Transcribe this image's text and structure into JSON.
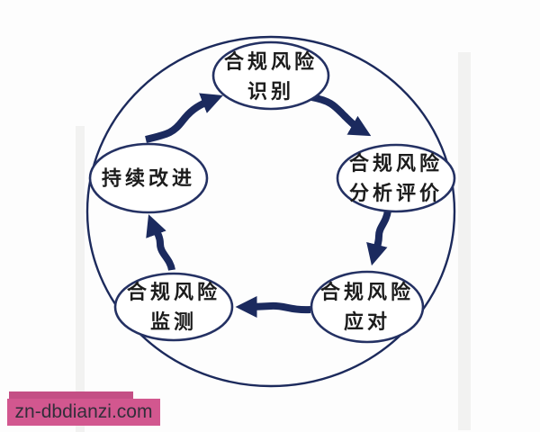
{
  "diagram": {
    "type": "cycle-diagram",
    "nodes": [
      {
        "id": "identify",
        "line1": "合规风险",
        "line2": "识别"
      },
      {
        "id": "analyze",
        "line1": "合规风险",
        "line2": "分析评价"
      },
      {
        "id": "respond",
        "line1": "合规风险",
        "line2": "应对"
      },
      {
        "id": "monitor",
        "line1": "合规风险",
        "line2": "监测"
      },
      {
        "id": "improve",
        "line1": "持续改进",
        "line2": ""
      }
    ],
    "edges": [
      {
        "from": "identify",
        "to": "analyze"
      },
      {
        "from": "analyze",
        "to": "respond"
      },
      {
        "from": "respond",
        "to": "monitor"
      },
      {
        "from": "monitor",
        "to": "improve"
      },
      {
        "from": "improve",
        "to": "identify"
      }
    ],
    "colors": {
      "arrow": "#1b2a5e",
      "ellipse_stroke": "#243163",
      "text": "#1c1c1c"
    }
  },
  "watermark": {
    "text": "zn-dbdianzi.com",
    "background": "#d2578f",
    "background_dark": "#c44f85",
    "text_color": "#322e3a"
  }
}
